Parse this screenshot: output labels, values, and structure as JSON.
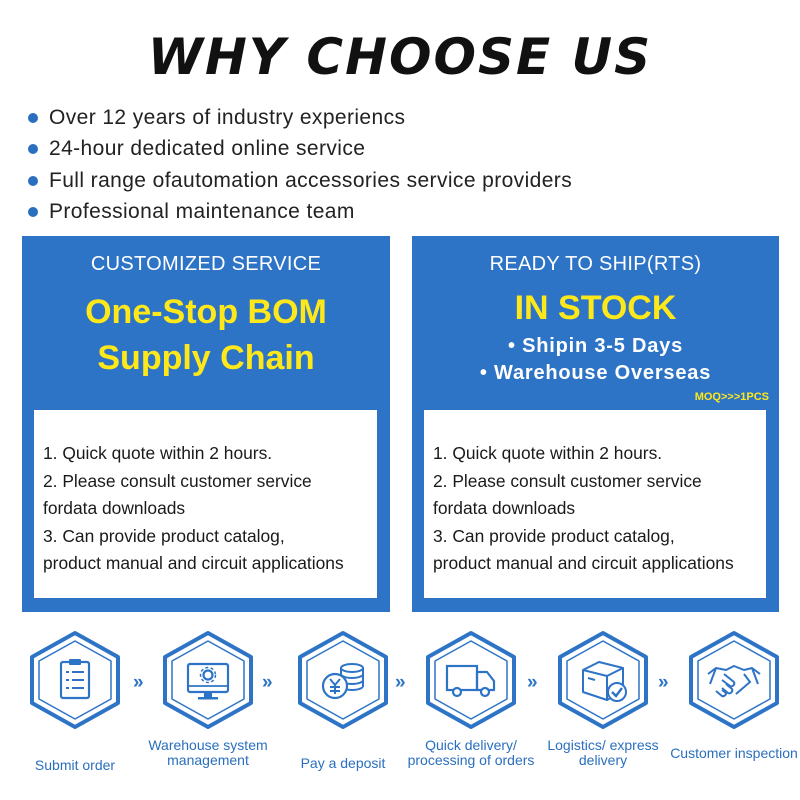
{
  "title": "WHY CHOOSE US",
  "bullets": [
    "Over 12 years of industry experiencs",
    "24-hour dedicated online service",
    "Full range ofautomation accessories service providers",
    "Professional maintenance team"
  ],
  "left_card": {
    "heading": "CUSTOMIZED SERVICE",
    "headline_line1": "One-Stop BOM",
    "headline_line2": "Supply Chain",
    "items": [
      "1. Quick quote within 2 hours.",
      "2. Please consult customer service",
      "fordata downloads",
      "3. Can provide product catalog,",
      "product manual and circuit applications"
    ]
  },
  "right_card": {
    "heading": "READY TO SHIP(RTS)",
    "headline": "IN STOCK",
    "points": [
      "• Shipin 3-5 Days",
      "• Warehouse Overseas"
    ],
    "moq": "MOQ>>>1PCS",
    "items": [
      "1. Quick quote within 2 hours.",
      "2. Please consult customer service",
      "fordata downloads",
      "3. Can provide product catalog,",
      "product manual and circuit applications"
    ]
  },
  "steps": [
    {
      "label": "Submit order",
      "icon": "clipboard-icon"
    },
    {
      "label": "Warehouse system management",
      "icon": "monitor-gear-icon"
    },
    {
      "label": "Pay a deposit",
      "icon": "yen-coins-icon"
    },
    {
      "label": "Quick delivery/ processing of orders",
      "icon": "truck-icon"
    },
    {
      "label": "Logistics/ express delivery",
      "icon": "package-icon"
    },
    {
      "label": "Customer inspection",
      "icon": "handshake-icon"
    }
  ],
  "arrow_glyph": "»",
  "colors": {
    "blue": "#2e74c6",
    "yellow": "#ffe81a",
    "text_blue": "#2a6fbf"
  }
}
